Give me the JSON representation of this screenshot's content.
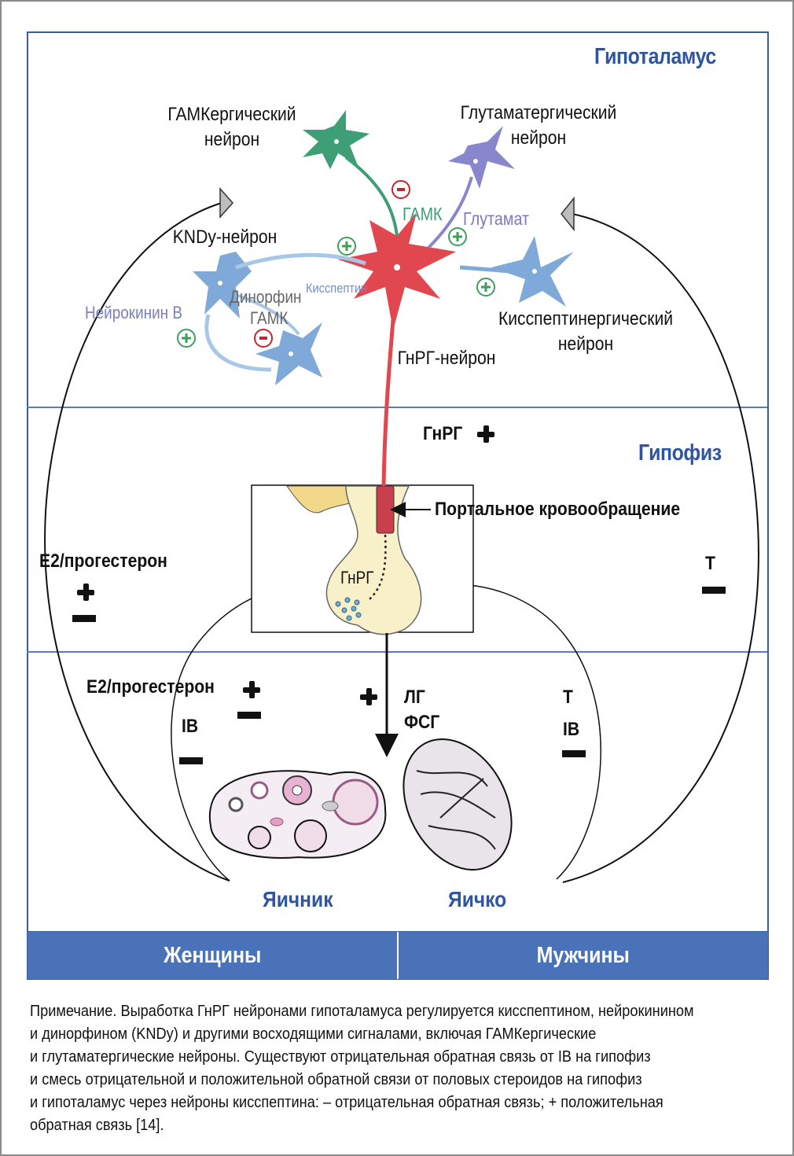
{
  "regions": {
    "hypothalamus": "Гипоталамус",
    "pituitary": "Гипофиз"
  },
  "neurons": {
    "gaba_neuron": [
      "ГАМКергический",
      "нейрон"
    ],
    "glutamate_neuron": [
      "Глутаматергический",
      "нейрон"
    ],
    "kndy_neuron": "KNDy-нейрон",
    "kisspeptin_neuron": [
      "Кисспептинергический",
      "нейрон"
    ],
    "gnrh_neuron": "ГнРГ-нейрон"
  },
  "signals": {
    "gaba": "ГАМК",
    "glutamate": "Глутамат",
    "kisspeptin": "Кисспептин",
    "neurokinin_b": "Нейрокинин В",
    "dynorphin": "Динорфин",
    "dynorphin_gaba": "ГАМК"
  },
  "pituitary_labels": {
    "gnrh_top": "ГнРГ",
    "portal": "Портальное кровообращение",
    "gnrh_inner": "ГнРГ"
  },
  "feedback": {
    "female_outer": "E2/прогестерон",
    "female_inner": "E2/прогестерон",
    "female_inhibin": "IB",
    "male_outer": "Т",
    "male_inner_t": "Т",
    "male_inhibin": "IB",
    "lh": "ЛГ",
    "fsh": "ФСГ"
  },
  "organs": {
    "ovary": "Яичник",
    "testis": "Яичко"
  },
  "footer": {
    "women": "Женщины",
    "men": "Мужчины"
  },
  "note": [
    "Примечание. Выработка ГнРГ нейронами гипоталамуса регулируется кисспептином, нейрокинином",
    "и динорфином (KNDy) и другими восходящими сигналами, включая ГАМКергические",
    "и глутаматергические нейроны. Существуют отрицательная обратная связь от IB на гипофиз",
    "и смесь отрицательной и положительной обратной связи от половых стероидов на гипофиз",
    "и гипоталамус через нейроны кисспептина: – отрицательная обратная связь; + положительная",
    "обратная связь [14]."
  ],
  "colors": {
    "region_blue": "#2f55a0",
    "gnrh_red": "#e0474f",
    "gaba_green": "#3e9e76",
    "glutamate_purple": "#8a86cc",
    "kisspeptin_blue": "#7fa9d8",
    "footer_blue": "#4a72b8"
  }
}
